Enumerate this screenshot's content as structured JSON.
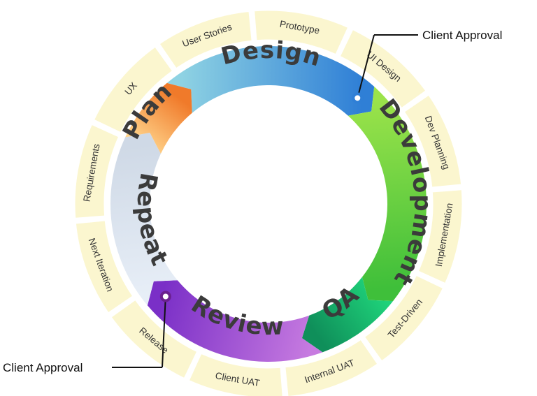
{
  "outer_ring": {
    "segments": [
      "Prototype",
      "UI Design",
      "Dev Planning",
      "Implementation",
      "Test-Driven",
      "Internal UAT",
      "Client UAT",
      "Release",
      "Next Iteration",
      "Requirements",
      "UX",
      "User Stories"
    ]
  },
  "stages": [
    {
      "label": "Design",
      "color_start": "#8fd3e3",
      "color_end": "#2f7fd6"
    },
    {
      "label": "Development",
      "color_start": "#9be34a",
      "color_end": "#3fbf3a"
    },
    {
      "label": "QA",
      "color_start": "#1fd27a",
      "color_end": "#0f8f5a"
    },
    {
      "label": "Review",
      "color_start": "#c77be0",
      "color_end": "#7a2fc7"
    },
    {
      "label": "Repeat",
      "color_start": "#e7eef7",
      "color_end": "#cfd9e6"
    },
    {
      "label": "Plan",
      "color_start": "#ffd38a",
      "color_end": "#f07a2a"
    }
  ],
  "callouts": {
    "top": {
      "label": "Client Approval",
      "marker_color": "#2f7fd6"
    },
    "bottom": {
      "label": "Client Approval",
      "marker_color": "#6a1f8f"
    }
  },
  "colors": {
    "outer_fill": "#fbf6cf",
    "outer_stroke": "#ffffff"
  }
}
